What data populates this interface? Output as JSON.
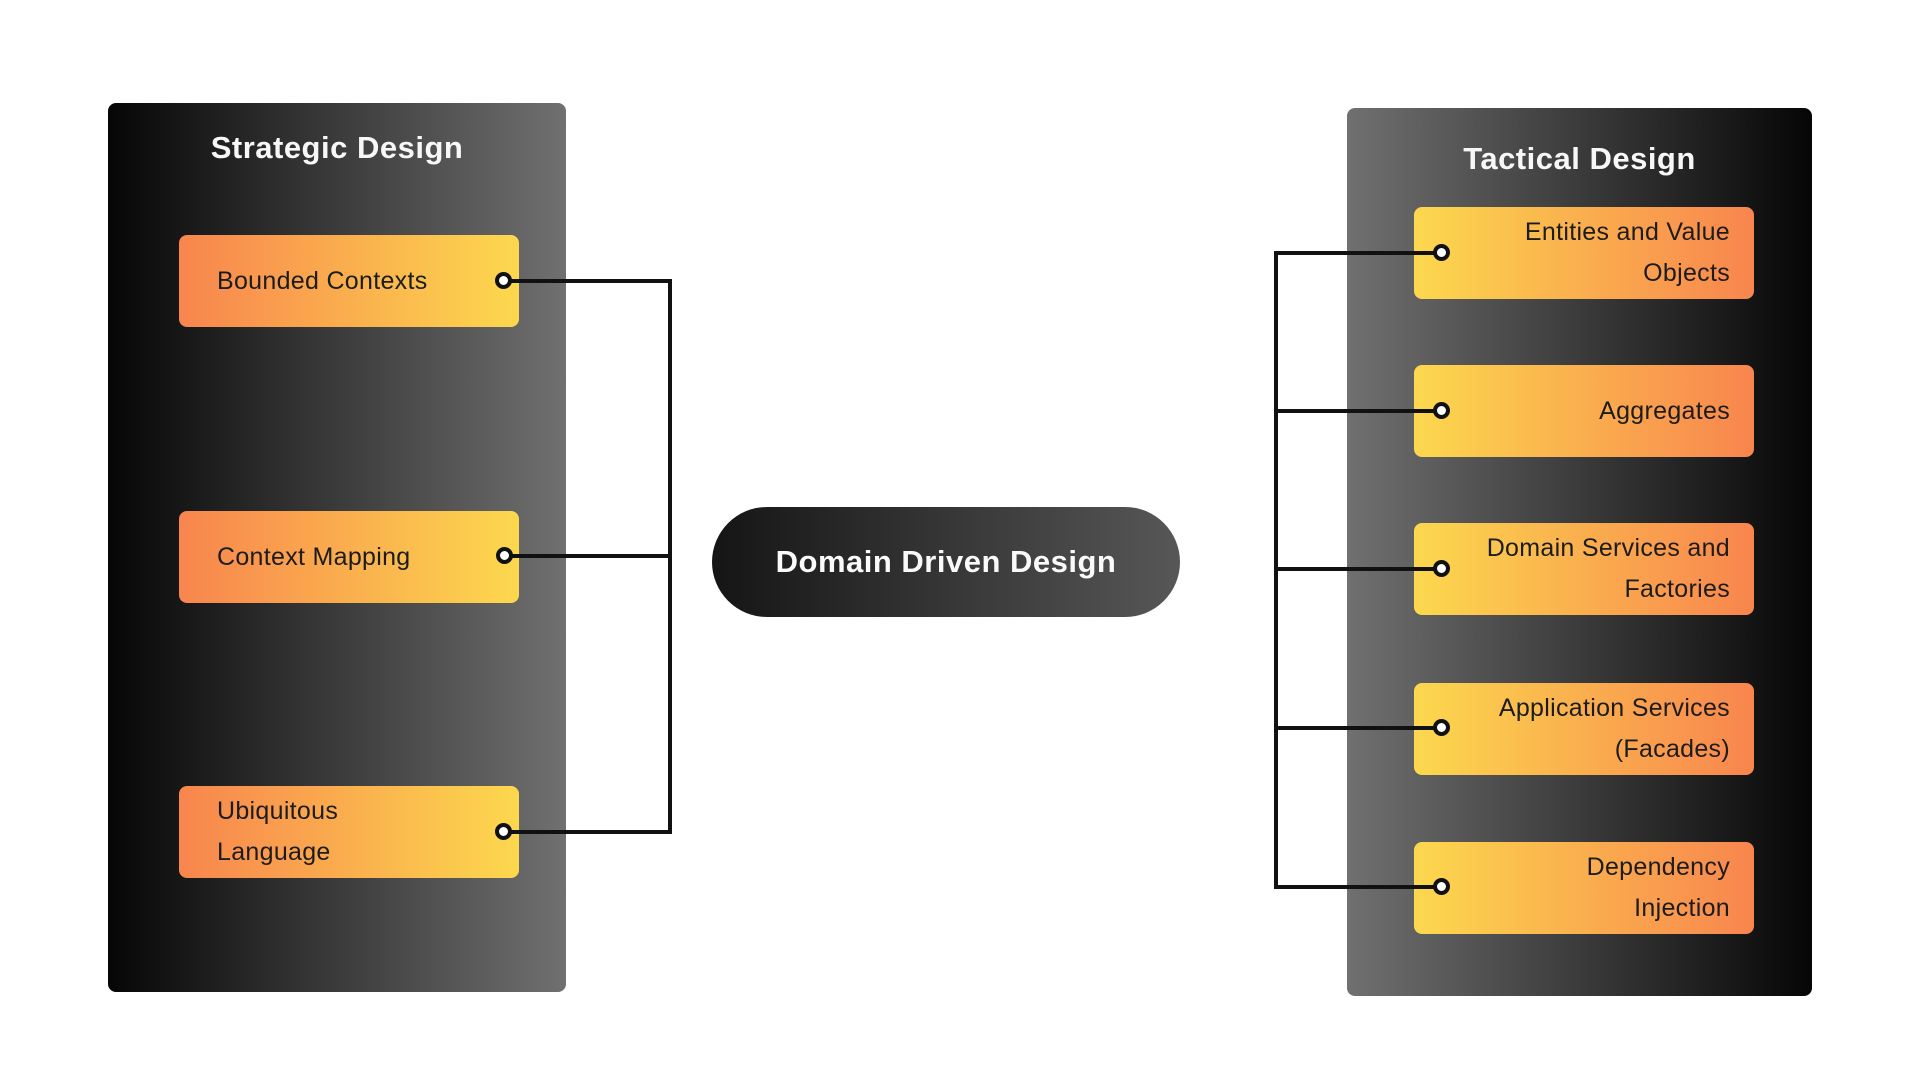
{
  "center": {
    "label": "Domain Driven Design"
  },
  "panels": [
    {
      "title": "Strategic Design",
      "items": [
        {
          "label": "Bounded Contexts"
        },
        {
          "label": "Context Mapping"
        },
        {
          "label": "Ubiquitous Language"
        }
      ]
    },
    {
      "title": "Tactical Design",
      "items": [
        {
          "label": "Entities and Value Objects"
        },
        {
          "label": "Aggregates"
        },
        {
          "label": "Domain Services and Factories"
        },
        {
          "label": "Application Services (Facades)"
        },
        {
          "label": "Dependency Injection"
        }
      ]
    }
  ],
  "colors": {
    "background": "#ffffff",
    "panel_black": "#060606",
    "panel_gray": "#707070",
    "node_orange": "#f8854e",
    "node_yellow": "#fcd84e",
    "node_text": "#1c1c1c",
    "title_text": "#f7f7f7",
    "pill_dark": "#151515",
    "pill_gray": "#575757",
    "connector": "#111111"
  }
}
